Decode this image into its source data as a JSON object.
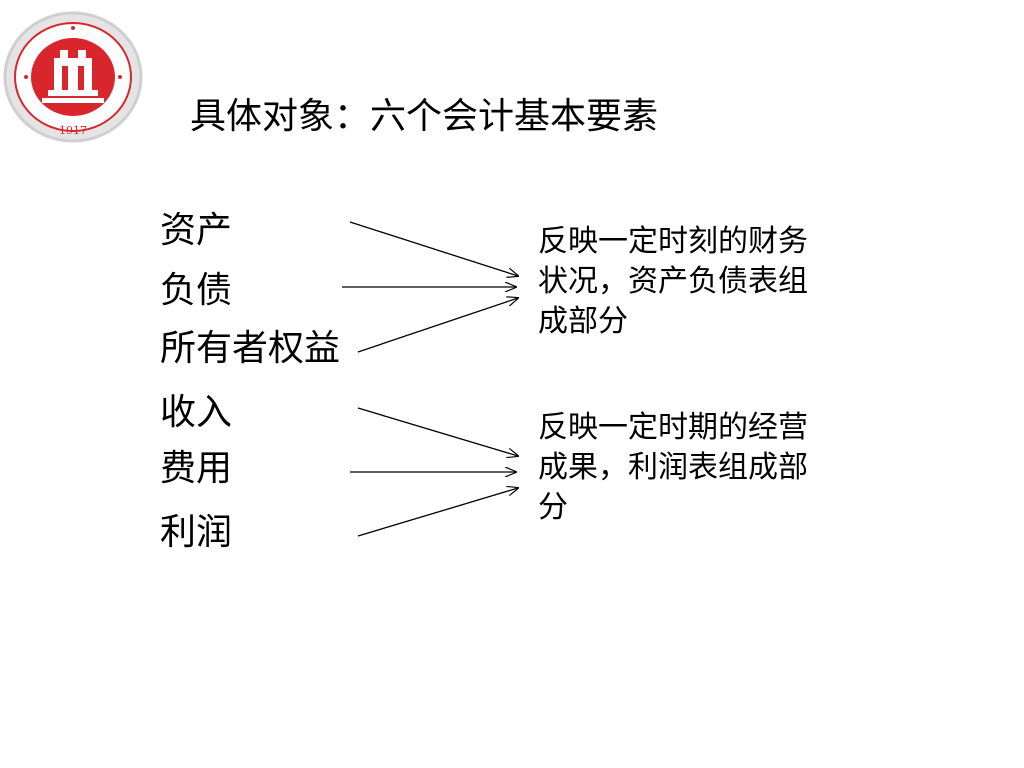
{
  "title": "具体对象：六个会计基本要素",
  "logo": {
    "year": "1917"
  },
  "groups": [
    {
      "elements": [
        "资产",
        "负债",
        "所有者权益"
      ],
      "description_lines": [
        "反映一定时刻的财务",
        "状况，资产负债表组",
        "成部分"
      ]
    },
    {
      "elements": [
        "收入",
        "费用",
        "利润"
      ],
      "description_lines": [
        "反映一定时期的经营",
        "成果，利润表组成部",
        "分"
      ]
    }
  ],
  "colors": {
    "logo_red": "#d8262c",
    "logo_ring": "#cfcfcf",
    "text": "#000000"
  }
}
